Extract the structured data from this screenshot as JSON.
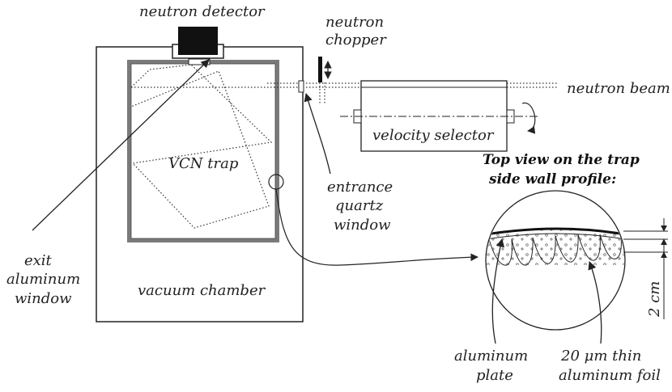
{
  "labels": {
    "neutron_detector": "neutron detector",
    "neutron_chopper_line1": "neutron",
    "neutron_chopper_line2": "chopper",
    "neutron_beam": "neutron beam",
    "velocity_selector": "velocity selector",
    "vcn_trap": "VCN trap",
    "top_view_line1": "Top view on the trap",
    "top_view_line2": "side wall profile",
    "top_view_colon": ":",
    "entrance_line1": "entrance",
    "entrance_line2": "quartz",
    "entrance_line3": "window",
    "exit_line1": "exit",
    "exit_line2": "aluminum",
    "exit_line3": "window",
    "vacuum_chamber": "vacuum chamber",
    "aluminum_plate_line1": "aluminum",
    "aluminum_plate_line2": "plate",
    "foil_line1": "20 μm thin",
    "foil_line2": "aluminum foil",
    "dimension": "2 cm"
  },
  "colors": {
    "ink": "#222222",
    "wall_gray": "#7a7a7a",
    "detector_black": "#111111"
  }
}
